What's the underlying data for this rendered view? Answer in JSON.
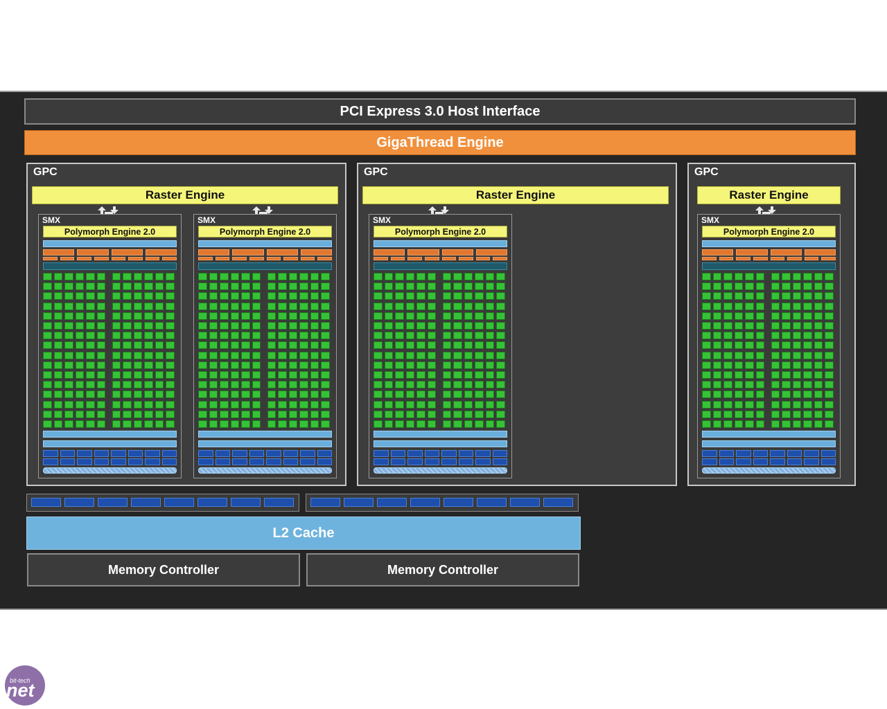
{
  "pcie": {
    "label": "PCI Express 3.0 Host Interface"
  },
  "gigathread": {
    "label": "GigaThread Engine"
  },
  "gpcs": [
    {
      "label": "GPC",
      "raster": "Raster Engine",
      "smx_count": 2
    },
    {
      "label": "GPC",
      "raster": "Raster Engine",
      "smx_count": 1
    },
    {
      "label": "GPC",
      "raster": "Raster Engine",
      "smx_count": 1
    }
  ],
  "smx": {
    "label": "SMX",
    "polymorph": "Polymorph Engine 2.0"
  },
  "l2": {
    "label": "L2 Cache"
  },
  "memory_controllers": [
    {
      "label": "Memory Controller"
    },
    {
      "label": "Memory Controller"
    }
  ],
  "logo": {
    "top_text": "bit-tech",
    "main_text": "net"
  },
  "colors": {
    "background": "#252525",
    "giga_orange": "#f0903c",
    "raster_yellow": "#f5f57a",
    "core_green": "#36c236",
    "l2_blue": "#6eb3dd",
    "unit_blue": "#1e4fad"
  }
}
